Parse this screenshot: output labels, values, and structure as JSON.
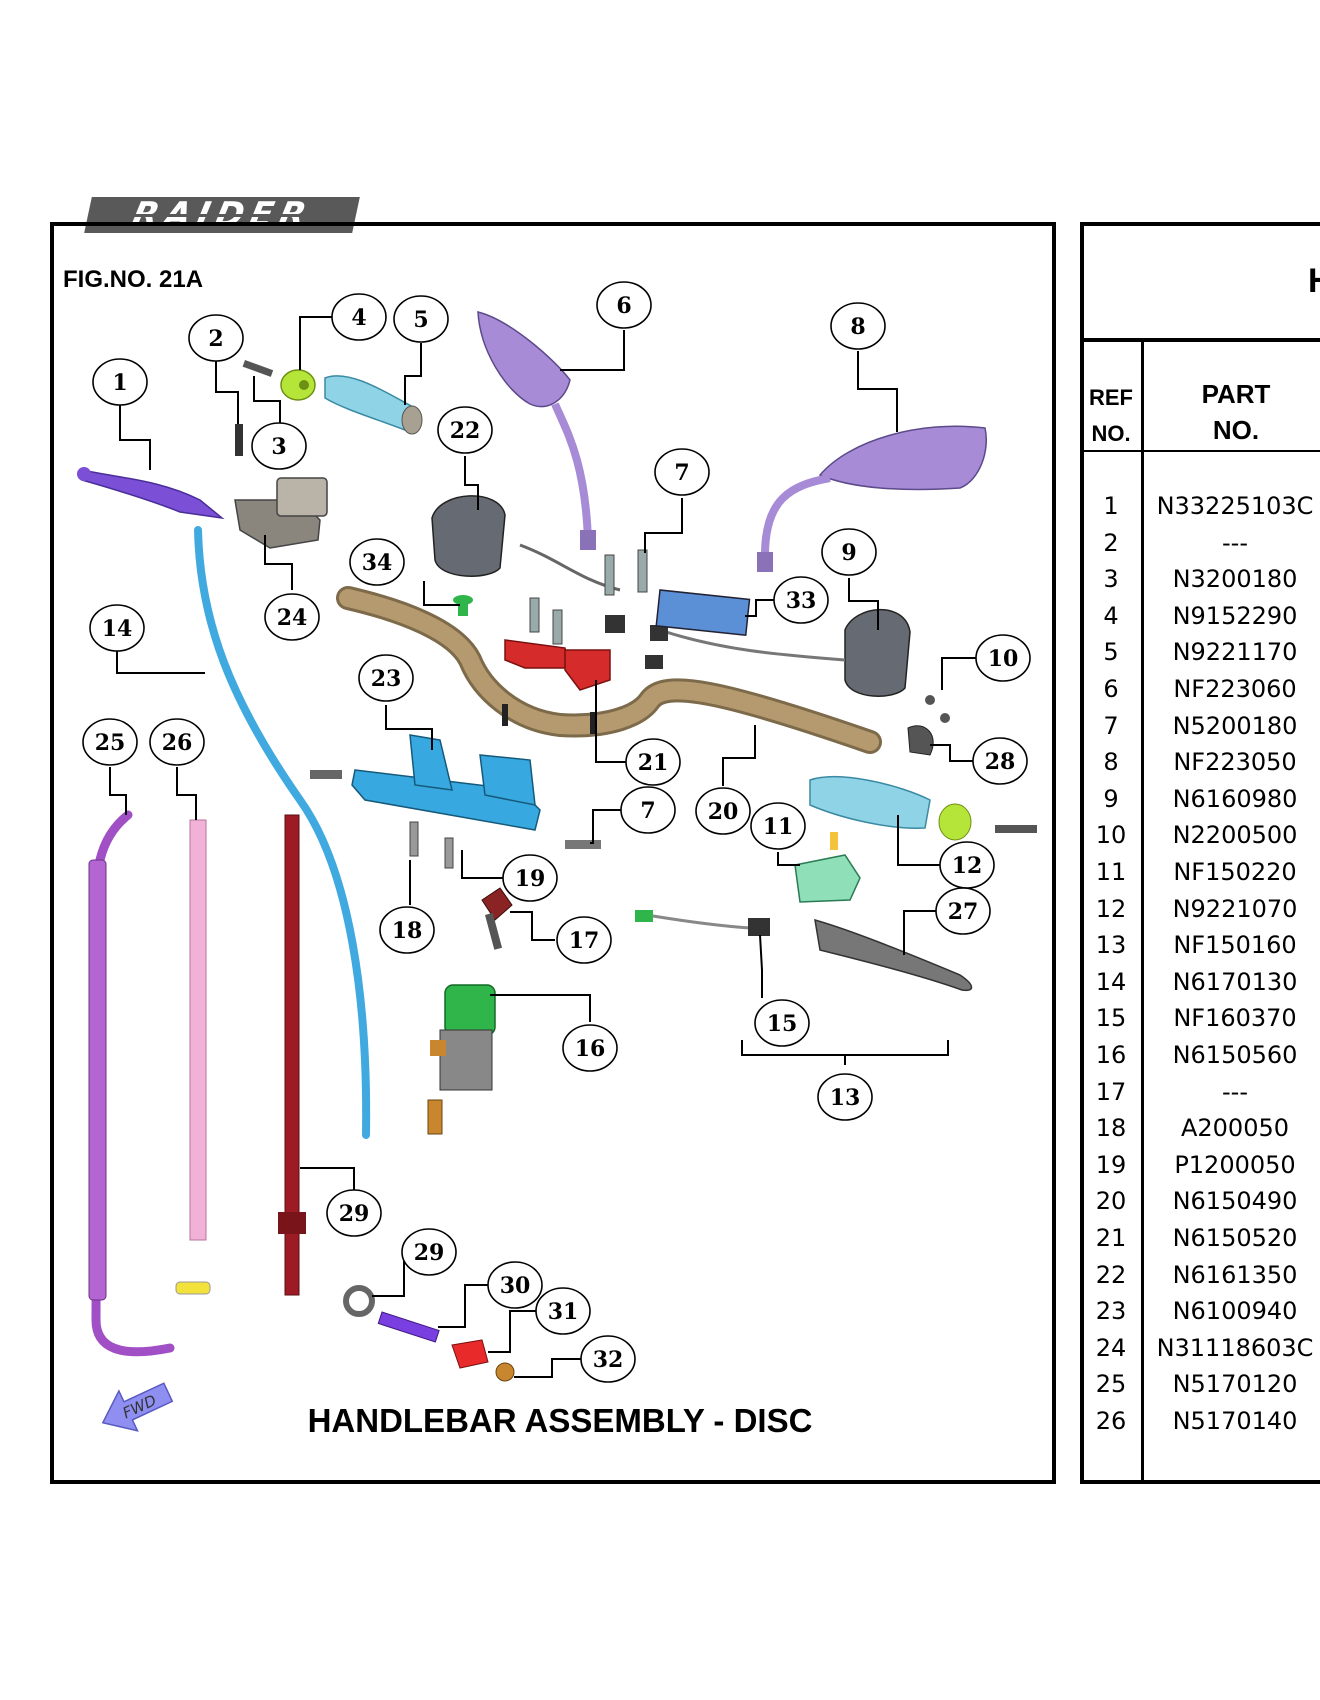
{
  "logo_text": "RAIDER",
  "figure_number": "FIG.NO. 21A",
  "figure_title": "HANDLEBAR ASSEMBLY - DISC",
  "fwd_label": "FWD",
  "table": {
    "title_fragment": "H",
    "headers": {
      "ref": [
        "REF",
        "NO."
      ],
      "part": [
        "PART",
        "NO."
      ]
    },
    "rows": [
      {
        "ref": "1",
        "part": "N33225103C"
      },
      {
        "ref": "2",
        "part": "---"
      },
      {
        "ref": "3",
        "part": "N3200180"
      },
      {
        "ref": "4",
        "part": "N9152290"
      },
      {
        "ref": "5",
        "part": "N9221170"
      },
      {
        "ref": "6",
        "part": "NF223060"
      },
      {
        "ref": "7",
        "part": "N5200180"
      },
      {
        "ref": "8",
        "part": "NF223050"
      },
      {
        "ref": "9",
        "part": "N6160980"
      },
      {
        "ref": "10",
        "part": "N2200500"
      },
      {
        "ref": "11",
        "part": "NF150220"
      },
      {
        "ref": "12",
        "part": "N9221070"
      },
      {
        "ref": "13",
        "part": "NF150160"
      },
      {
        "ref": "14",
        "part": "N6170130"
      },
      {
        "ref": "15",
        "part": "NF160370"
      },
      {
        "ref": "16",
        "part": "N6150560"
      },
      {
        "ref": "17",
        "part": "---"
      },
      {
        "ref": "18",
        "part": "A200050"
      },
      {
        "ref": "19",
        "part": "P1200050"
      },
      {
        "ref": "20",
        "part": "N6150490"
      },
      {
        "ref": "21",
        "part": "N6150520"
      },
      {
        "ref": "22",
        "part": "N6161350"
      },
      {
        "ref": "23",
        "part": "N6100940"
      },
      {
        "ref": "24",
        "part": "N31118603C"
      },
      {
        "ref": "25",
        "part": "N5170120"
      },
      {
        "ref": "26",
        "part": "N5170140"
      }
    ]
  },
  "callouts": [
    "1",
    "2",
    "3",
    "4",
    "5",
    "6",
    "7",
    "8",
    "9",
    "10",
    "11",
    "12",
    "13",
    "14",
    "15",
    "16",
    "17",
    "18",
    "19",
    "20",
    "21",
    "22",
    "23",
    "24",
    "25",
    "26",
    "27",
    "28",
    "29",
    "30",
    "31",
    "32",
    "33",
    "34"
  ],
  "colors": {
    "brake_lever": "#7b4fd6",
    "mirror": "#a78bd6",
    "grip": "#8fd3e6",
    "bar_end": "#b6e53a",
    "handlebar": "#b49a6e",
    "clamp": "#d62b2b",
    "holder": "#37a8e0",
    "cable_blue": "#3fa9e0",
    "cable_purple": "#a14fc4",
    "cable_pink": "#f2b2d8",
    "cable_red": "#9c1b24",
    "ignition": "#2fb54a",
    "switch": "#666a73",
    "clutch_bracket": "#8fe0b8",
    "fwd_arrow": "#8f8ff2"
  }
}
